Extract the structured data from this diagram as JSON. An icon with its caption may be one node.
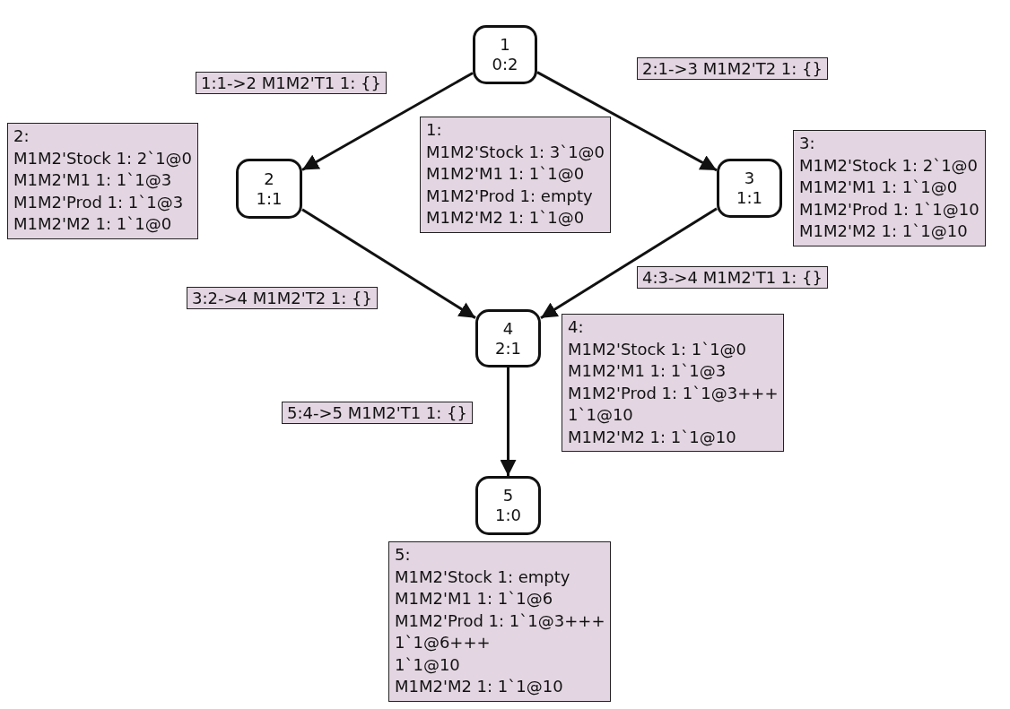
{
  "diagram": {
    "nodes": [
      {
        "text": [
          "1",
          "0:2"
        ]
      },
      {
        "text": [
          "2",
          "1:1"
        ]
      },
      {
        "text": [
          "3",
          "1:1"
        ]
      },
      {
        "text": [
          "4",
          "2:1"
        ]
      },
      {
        "text": [
          "5",
          "1:0"
        ]
      },
      {
        "text": [
          "1:",
          "M1M2'Stock 1: 3`1@0",
          "M1M2'M1 1: 1`1@0",
          "M1M2'Prod 1: empty",
          "M1M2'M2 1: 1`1@0"
        ]
      },
      {
        "text": [
          "2:",
          "M1M2'Stock 1: 2`1@0",
          "M1M2'M1 1: 1`1@3",
          "M1M2'Prod 1: 1`1@3",
          "M1M2'M2 1: 1`1@0"
        ]
      },
      {
        "text": [
          "3:",
          "M1M2'Stock 1: 2`1@0",
          "M1M2'M1 1: 1`1@0",
          "M1M2'Prod 1: 1`1@10",
          "M1M2'M2 1: 1`1@10"
        ]
      },
      {
        "text": [
          "4:",
          "M1M2'Stock 1: 1`1@0",
          "M1M2'M1 1: 1`1@3",
          "M1M2'Prod 1: 1`1@3+++",
          "1`1@10",
          "M1M2'M2 1: 1`1@10"
        ]
      },
      {
        "text": [
          "5:",
          "M1M2'Stock 1: empty",
          "M1M2'M1 1: 1`1@6",
          "M1M2'Prod 1: 1`1@3+++",
          "1`1@6+++",
          "1`1@10",
          "M1M2'M2 1: 1`1@10"
        ]
      }
    ],
    "edges": [
      {
        "from": 0,
        "to": 1,
        "arrow": "to",
        "label": "1:1->2 M1M2'T1 1: {}"
      },
      {
        "from": 0,
        "to": 2,
        "arrow": "to",
        "label": "2:1->3 M1M2'T2 1: {}"
      },
      {
        "from": 1,
        "to": 3,
        "arrow": "to",
        "label": "3:2->4 M1M2'T2 1: {}"
      },
      {
        "from": 2,
        "to": 3,
        "arrow": "to",
        "label": "4:3->4 M1M2'T1 1: {}"
      },
      {
        "from": 3,
        "to": 4,
        "arrow": "to",
        "label": "5:4->5 M1M2'T1 1: {}"
      }
    ]
  }
}
